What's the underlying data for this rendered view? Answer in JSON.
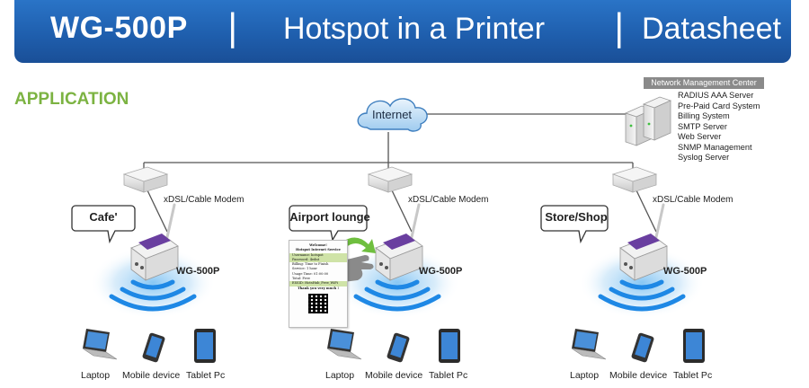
{
  "header": {
    "model": "WG-500P",
    "separator": "|",
    "tagline": "Hotspot in a Printer",
    "doc_type": "Datasheet"
  },
  "section": {
    "title": "APPLICATION"
  },
  "network": {
    "cloud_label": "Internet",
    "nmc_title": "Network Management Center",
    "nmc_services": [
      "RADIUS AAA Server",
      "Pre-Paid Card System",
      "Billing System",
      "SMTP Server",
      "Web Server",
      "SNMP Management",
      "Syslog Server"
    ],
    "modem_label": "xDSL/Cable Modem"
  },
  "sites": [
    {
      "name": "Cafe'",
      "device": "WG-500P",
      "clients": [
        "Laptop",
        "Mobile device",
        "Tablet Pc"
      ]
    },
    {
      "name": "Airport lounge",
      "device": "WG-500P",
      "clients": [
        "Laptop",
        "Mobile device",
        "Tablet Pc"
      ]
    },
    {
      "name": "Store/Shop",
      "device": "WG-500P",
      "clients": [
        "Laptop",
        "Mobile device",
        "Tablet Pc"
      ]
    }
  ],
  "receipt": {
    "lines": [
      "Welcome!",
      "Hotspot Internet Service",
      "Username: hotspot",
      "Password: 4ednt",
      "Billing: Time to Finish",
      "Service: 1 hour",
      "Usage Time: 01:00:00",
      "Total: Free",
      "ESSID: HotsHub_Free_WiFi",
      "Thank you very much !"
    ]
  },
  "colors": {
    "banner": "#1f5fae",
    "section_title": "#7cb342",
    "wifi": "#1e88e5",
    "line": "#555555",
    "printer_accent": "#6a3fa0"
  }
}
